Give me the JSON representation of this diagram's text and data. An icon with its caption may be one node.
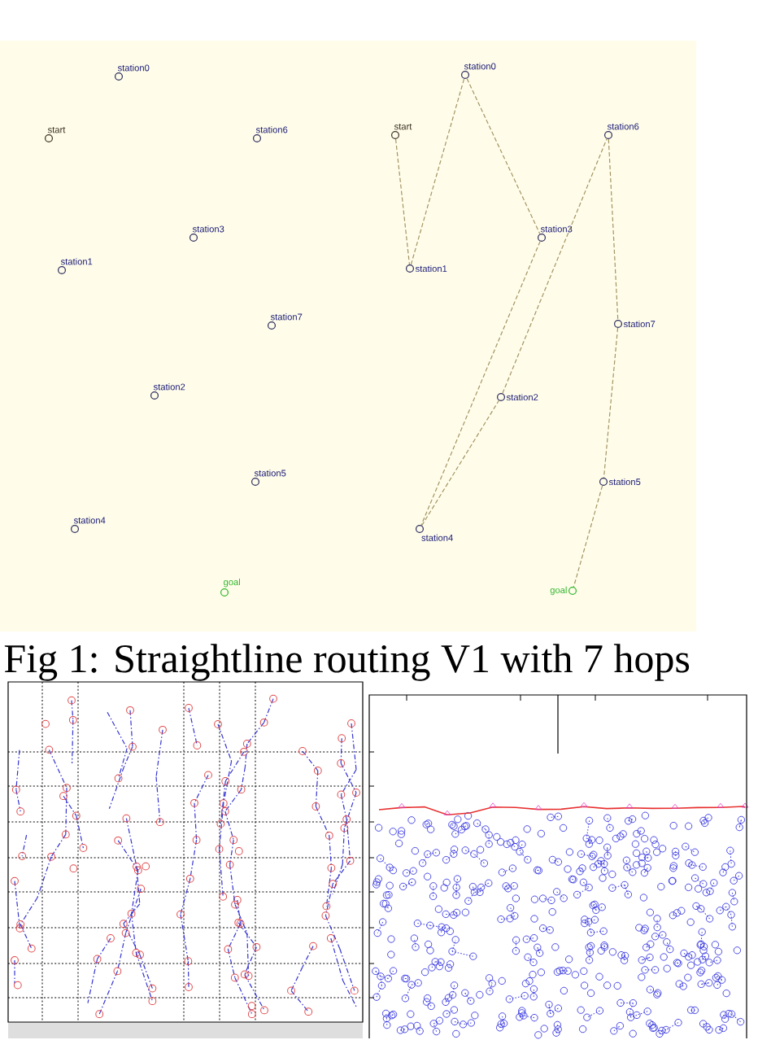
{
  "diagram": {
    "caption": "Fig 1: Straightline routing V1 with 7 hops",
    "nodes": [
      {
        "text": [
          "station0"
        ]
      },
      {
        "text": [
          "start"
        ]
      },
      {
        "text": [
          "station6"
        ]
      },
      {
        "text": [
          "station3"
        ]
      },
      {
        "text": [
          "station1"
        ]
      },
      {
        "text": [
          "station7"
        ]
      },
      {
        "text": [
          "station2"
        ]
      },
      {
        "text": [
          "station5"
        ]
      },
      {
        "text": [
          "station4"
        ]
      },
      {
        "text": [
          "goal"
        ]
      },
      {
        "text": [
          "station0"
        ]
      },
      {
        "text": [
          "start"
        ]
      },
      {
        "text": [
          "station6"
        ]
      },
      {
        "text": [
          "station3"
        ]
      },
      {
        "text": [
          "station1"
        ]
      },
      {
        "text": [
          "station7"
        ]
      },
      {
        "text": [
          "station2"
        ]
      },
      {
        "text": [
          "station5"
        ]
      },
      {
        "text": [
          "station4"
        ]
      },
      {
        "text": [
          "goal"
        ]
      }
    ],
    "edges": [
      {
        "from": 11,
        "to": 14,
        "arrow": "none",
        "style": "dashed"
      },
      {
        "from": 14,
        "to": 10,
        "arrow": "none",
        "style": "dashed"
      },
      {
        "from": 10,
        "to": 13,
        "arrow": "none",
        "style": "dashed"
      },
      {
        "from": 13,
        "to": 18,
        "arrow": "none",
        "style": "dashed"
      },
      {
        "from": 18,
        "to": 16,
        "arrow": "none",
        "style": "dashed"
      },
      {
        "from": 16,
        "to": 12,
        "arrow": "none",
        "style": "dashed"
      },
      {
        "from": 12,
        "to": 15,
        "arrow": "none",
        "style": "dashed"
      },
      {
        "from": 15,
        "to": 17,
        "arrow": "none",
        "style": "dashed"
      },
      {
        "from": 17,
        "to": 19,
        "arrow": "none",
        "style": "dashed"
      }
    ]
  }
}
